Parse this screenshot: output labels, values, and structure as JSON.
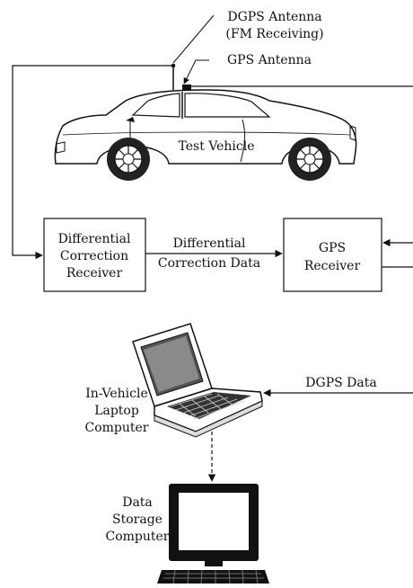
{
  "labels": {
    "dgps_antenna_line1": "DGPS Antenna",
    "dgps_antenna_line2": "(FM Receiving)",
    "gps_antenna": "GPS Antenna",
    "test_vehicle": "Test Vehicle",
    "diff_receiver_line1": "Differential",
    "diff_receiver_line2": "Correction",
    "diff_receiver_line3": "Receiver",
    "diff_data_line1": "Differential",
    "diff_data_line2": "Correction Data",
    "gps_receiver_line1": "GPS",
    "gps_receiver_line2": "Receiver",
    "dgps_data": "DGPS Data",
    "laptop_line1": "In-Vehicle",
    "laptop_line2": "Laptop",
    "laptop_line3": "Computer",
    "storage_line1": "Data",
    "storage_line2": "Storage",
    "storage_line3": "Computer"
  },
  "colors": {
    "line": "#1a1a1a",
    "background": "#ffffff"
  }
}
